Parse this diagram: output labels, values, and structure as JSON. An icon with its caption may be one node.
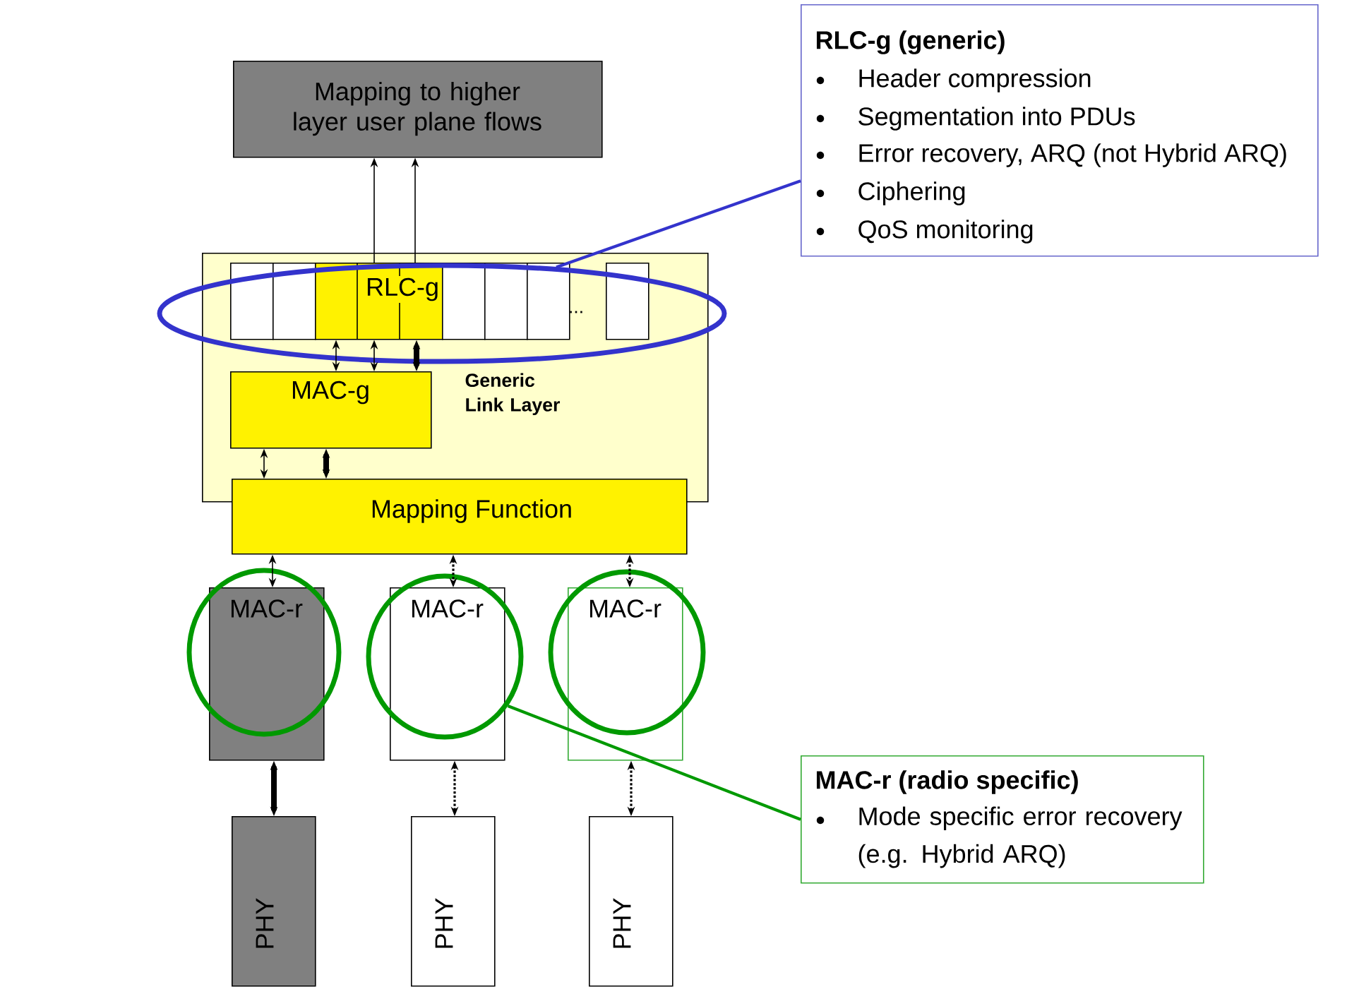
{
  "diagram": {
    "nodes": [
      {
        "text": [
          "Mapping to higher layer user plane flows"
        ]
      },
      {
        "text": [
          "RLC-g (generic)",
          "Header compression",
          "Segmentation into PDUs",
          "Error recovery, ARQ (not Hybrid ARQ)",
          "Ciphering",
          "QoS monitoring"
        ]
      },
      {
        "text": [
          "Generic Link Layer"
        ]
      },
      {
        "text": [],
        "shape": "box",
        "in": 10
      },
      {
        "text": [],
        "shape": "box",
        "in": 10
      },
      {
        "text": [
          "RLC-g"
        ],
        "in": 10
      },
      {
        "text": [],
        "shape": "box",
        "in": 10
      },
      {
        "text": [],
        "shape": "box",
        "in": 10
      },
      {
        "text": [],
        "shape": "box",
        "in": 10
      },
      {
        "text": [],
        "shape": "box",
        "in": 10
      },
      {
        "text": [],
        "shape": "ellipse"
      },
      {
        "text": [
          "MAC-g"
        ],
        "in": 2
      },
      {
        "text": [
          "Mapping Function"
        ]
      },
      {
        "text": [
          "MAC-r"
        ]
      },
      {
        "text": [
          "MAC-r"
        ]
      },
      {
        "text": [
          "MAC-r"
        ]
      },
      {
        "text": [],
        "shape": "ellipse"
      },
      {
        "text": [],
        "shape": "ellipse"
      },
      {
        "text": [],
        "shape": "ellipse"
      },
      {
        "text": [
          "MAC-r (radio specific)",
          "Mode specific error recovery (e.g. Hybrid ARQ)"
        ]
      },
      {
        "text": [
          "PHY"
        ]
      },
      {
        "text": [
          "PHY"
        ]
      },
      {
        "text": [
          "PHY"
        ]
      }
    ],
    "edges": [
      {
        "from": 5,
        "to": 0,
        "arrow": "to"
      },
      {
        "from": 5,
        "to": 0,
        "arrow": "to"
      },
      {
        "from": 5,
        "to": 11,
        "arrow": "both"
      },
      {
        "from": 5,
        "to": 11,
        "arrow": "both"
      },
      {
        "from": 5,
        "to": 11,
        "arrow": "both",
        "style": "thick"
      },
      {
        "from": 11,
        "to": 12,
        "arrow": "both"
      },
      {
        "from": 11,
        "to": 12,
        "arrow": "both",
        "style": "thick"
      },
      {
        "from": 12,
        "to": 13,
        "arrow": "both"
      },
      {
        "from": 12,
        "to": 14,
        "arrow": "both",
        "style": "dashed"
      },
      {
        "from": 12,
        "to": 15,
        "arrow": "both",
        "style": "dashed"
      },
      {
        "from": 13,
        "to": 20,
        "arrow": "both",
        "style": "thick"
      },
      {
        "from": 14,
        "to": 21,
        "arrow": "both",
        "style": "dashed"
      },
      {
        "from": 15,
        "to": 22,
        "arrow": "both",
        "style": "dashed"
      },
      {
        "from": 1,
        "to": 10,
        "arrow": "none",
        "color": "#3333cc"
      },
      {
        "from": 19,
        "to": 17,
        "arrow": "none",
        "color": "#009900"
      }
    ],
    "labels": [
      "..."
    ]
  }
}
